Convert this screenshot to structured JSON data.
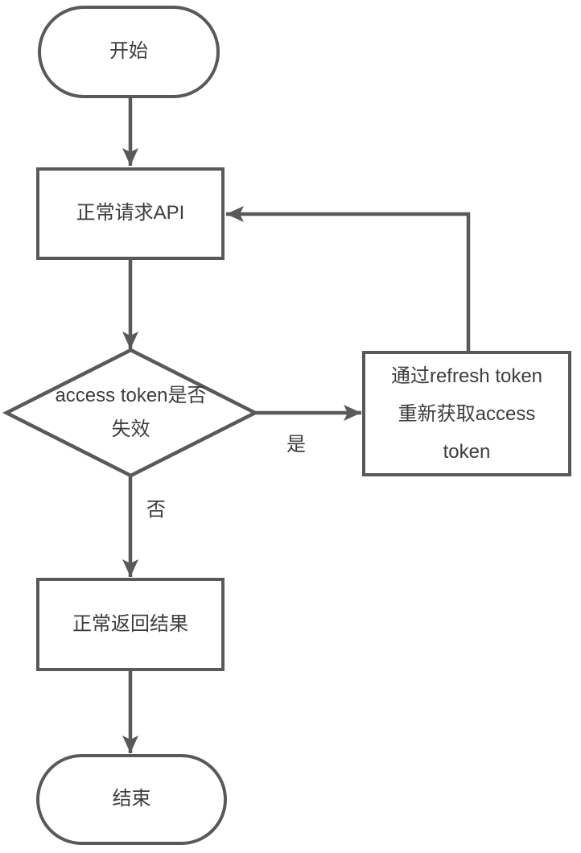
{
  "diagram": {
    "type": "flowchart",
    "description": "access token refresh flow",
    "colors": {
      "stroke": "#595959",
      "text": "#3d3d3d",
      "background": "#ffffff"
    },
    "nodes": {
      "start": {
        "shape": "terminator",
        "label": "开始"
      },
      "request_api": {
        "shape": "process",
        "label": "正常请求API"
      },
      "token_check": {
        "shape": "decision",
        "line1": "access token是否",
        "line2": "失效"
      },
      "refresh_token": {
        "shape": "process",
        "line1": "通过refresh token",
        "line2": "重新获取access",
        "line3": "token"
      },
      "return_result": {
        "shape": "process",
        "label": "正常返回结果"
      },
      "end": {
        "shape": "terminator",
        "label": "结束"
      }
    },
    "edge_labels": {
      "yes": "是",
      "no": "否"
    }
  }
}
